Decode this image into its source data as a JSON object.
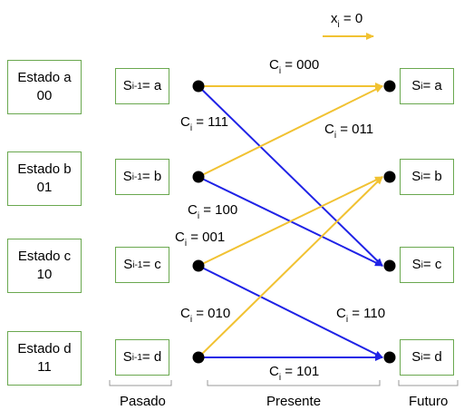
{
  "colors": {
    "box_border": "#6aa84f",
    "input_zero_edge": "#f1c232",
    "input_one_edge": "#1f22e6",
    "node": "#000000",
    "text": "#000000",
    "bracket": "#999999"
  },
  "legend": {
    "var": "x",
    "sub": "i",
    "value": " = 0"
  },
  "states": [
    {
      "line1": "Estado a",
      "line2": "00"
    },
    {
      "line1": "Estado b",
      "line2": "01"
    },
    {
      "line1": "Estado c",
      "line2": "10"
    },
    {
      "line1": "Estado d",
      "line2": "11"
    }
  ],
  "past_nodes": [
    {
      "var": "S",
      "sub": "i-1",
      "value": " = a"
    },
    {
      "var": "S",
      "sub": "i-1",
      "value": " = b"
    },
    {
      "var": "S",
      "sub": "i-1",
      "value": " = c"
    },
    {
      "var": "S",
      "sub": "i-1",
      "value": " = d"
    }
  ],
  "future_nodes": [
    {
      "var": "S",
      "sub": "i",
      "value": " = a"
    },
    {
      "var": "S",
      "sub": "i",
      "value": " = b"
    },
    {
      "var": "S",
      "sub": "i",
      "value": " = c"
    },
    {
      "var": "S",
      "sub": "i",
      "value": " = d"
    }
  ],
  "edges": [
    {
      "from": "a",
      "to": "a",
      "input": "0",
      "var": "C",
      "sub": "i",
      "value": " = 000"
    },
    {
      "from": "a",
      "to": "c",
      "input": "1",
      "var": "C",
      "sub": "i",
      "value": " = 111"
    },
    {
      "from": "b",
      "to": "a",
      "input": "0",
      "var": "C",
      "sub": "i",
      "value": " = 011"
    },
    {
      "from": "b",
      "to": "c",
      "input": "1",
      "var": "C",
      "sub": "i",
      "value": " = 100"
    },
    {
      "from": "c",
      "to": "b",
      "input": "0",
      "var": "C",
      "sub": "i",
      "value": " = 001"
    },
    {
      "from": "c",
      "to": "d",
      "input": "1",
      "var": "C",
      "sub": "i",
      "value": " = 110"
    },
    {
      "from": "d",
      "to": "b",
      "input": "0",
      "var": "C",
      "sub": "i",
      "value": " = 010"
    },
    {
      "from": "d",
      "to": "d",
      "input": "1",
      "var": "C",
      "sub": "i",
      "value": " = 101"
    }
  ],
  "sections": {
    "past": "Pasado",
    "present": "Presente",
    "future": "Futuro"
  }
}
